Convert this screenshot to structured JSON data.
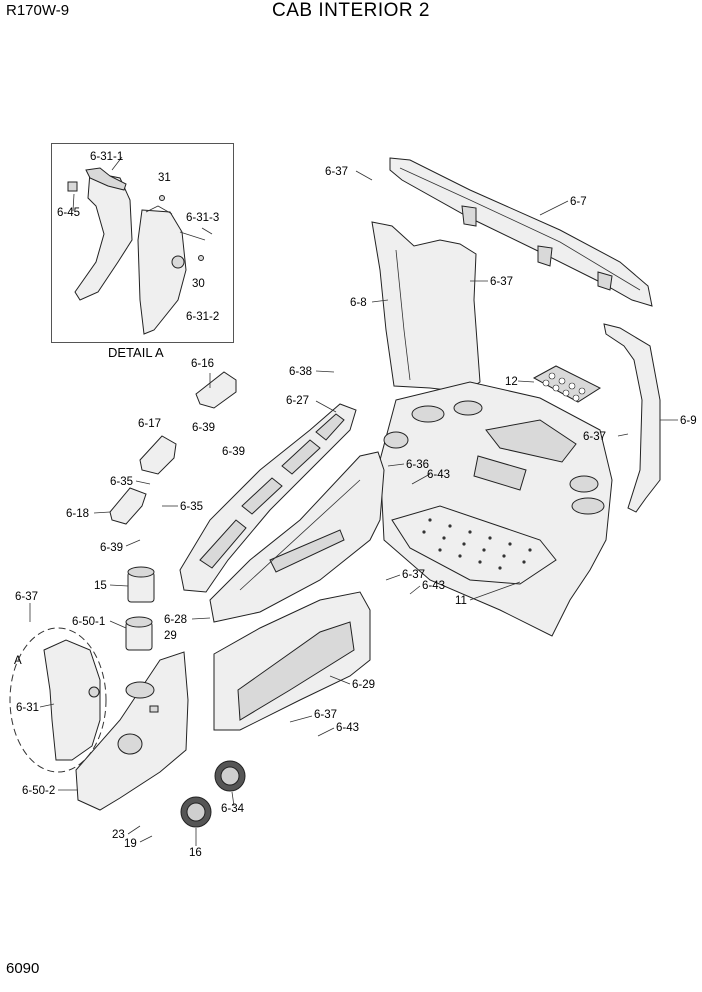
{
  "header": {
    "model": "R170W-9",
    "title": "CAB INTERIOR 2",
    "page_number": "6090"
  },
  "detail": {
    "caption": "DETAIL A",
    "marker": "A"
  },
  "callouts": [
    "6-31-1",
    "31",
    "6-45",
    "6-31-3",
    "30",
    "6-31-2",
    "6-37",
    "6-7",
    "6-37",
    "6-8",
    "6-38",
    "6-16",
    "6-27",
    "12",
    "6-39",
    "6-17",
    "6-39",
    "6-36",
    "6-43",
    "6-37",
    "6-9",
    "6-35",
    "6-35",
    "6-18",
    "6-39",
    "6-37",
    "6-43",
    "11",
    "15",
    "6-37",
    "6-50-1",
    "6-28",
    "29",
    "6-29",
    "6-31",
    "6-37",
    "6-43",
    "6-50-2",
    "6-34",
    "23",
    "19",
    "16"
  ]
}
